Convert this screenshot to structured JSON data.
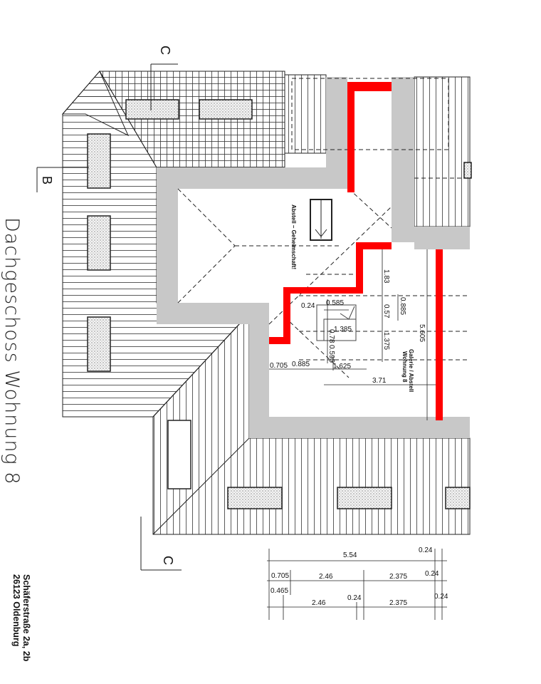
{
  "title": "Dachgeschoss Wohnung 8",
  "address": {
    "line1": "Schäferstraße 2a, 2b",
    "line2": "26123 Oldenburg"
  },
  "section_marks": {
    "c_top": "C",
    "b": "B",
    "c_bottom": "C"
  },
  "room_labels": {
    "storage_shaft": "Abstell – Geheimschaft!",
    "gallery_line1": "Galerie / Abstell",
    "gallery_line2": "Wohnung 8"
  },
  "dimensions_plan": {
    "d_0_24": "0.24",
    "d_0_585": "0.585",
    "d_1_83": "1.83",
    "d_0_57": "0.57",
    "d_0_885_v": "0.885",
    "d_1_385": "1.385",
    "d_0_78": "0.78",
    "d_0_595": "0.595",
    "d_1_375": "1.375",
    "d_5_605": "5.605",
    "d_0_705": "0.705",
    "d_0_885_h": "0.885",
    "d_1_625": "1.625",
    "d_3_71": "3.71"
  },
  "dimensions_chain": {
    "row1": [
      "5.54",
      "0.24"
    ],
    "row2": [
      "0.705",
      "2.46",
      "2.375",
      "0.24"
    ],
    "row3": [
      "0.465",
      "2.46",
      "0.24",
      "2.375",
      "0.24"
    ]
  },
  "colors": {
    "wall": "#c8c8c8",
    "new_wall": "#ff0000",
    "line": "#222222"
  }
}
